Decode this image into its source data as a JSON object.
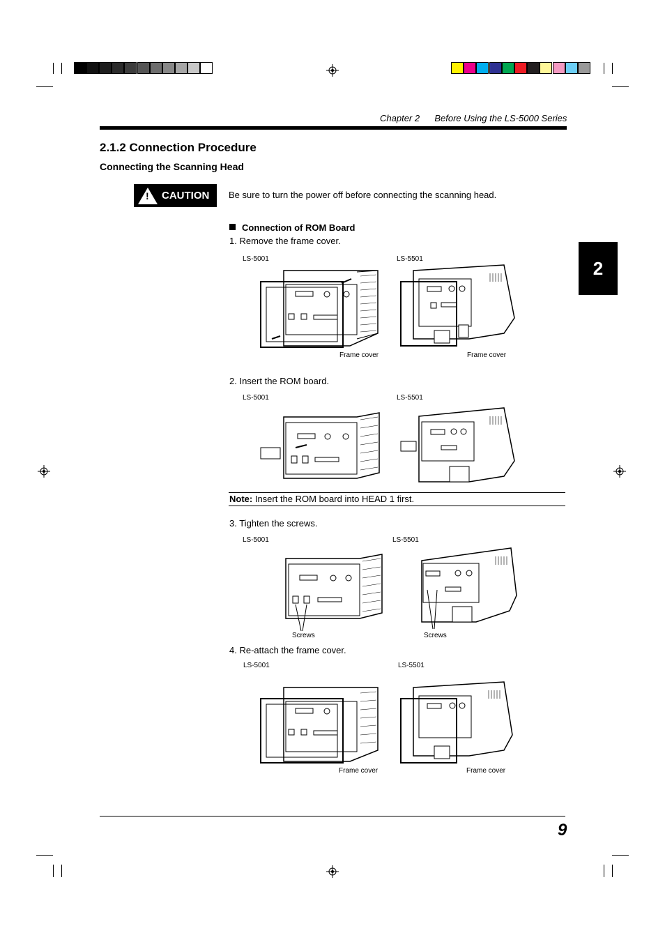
{
  "header": {
    "chapter": "Chapter 2",
    "title": "Before Using the LS-5000 Series"
  },
  "section": {
    "number_title": "2.1.2  Connection Procedure",
    "subtitle": "Connecting the Scanning Head"
  },
  "caution": {
    "label": "CAUTION",
    "symbol": "!",
    "text": "Be sure to turn the power off before connecting the scanning head."
  },
  "rom_board": {
    "heading": "Connection of ROM Board",
    "steps": [
      "1.  Remove the frame cover.",
      "2.  Insert the ROM board.",
      "3.  Tighten the screws.",
      "4.  Re-attach the frame cover."
    ],
    "note_label": "Note:",
    "note_text": " Insert the ROM board into HEAD 1 first."
  },
  "figures": {
    "model_a": "LS-5001",
    "model_b": "LS-5501",
    "frame_cover": "Frame cover",
    "screws": "Screws"
  },
  "chapter_tab": "2",
  "page_number": "9",
  "colors": {
    "gray_swatches": [
      "#000000",
      "#111111",
      "#1e1e1e",
      "#2c2c2c",
      "#3d3d3d",
      "#555555",
      "#6e6e6e",
      "#888888",
      "#a6a6a6",
      "#c8c8c8",
      "#ffffff"
    ],
    "color_swatches": [
      "#fff200",
      "#ec008c",
      "#00aeef",
      "#2e3192",
      "#00a651",
      "#ed1c24",
      "#231f20",
      "#fff799",
      "#f49ac1",
      "#6dcff6",
      "#999999"
    ]
  }
}
